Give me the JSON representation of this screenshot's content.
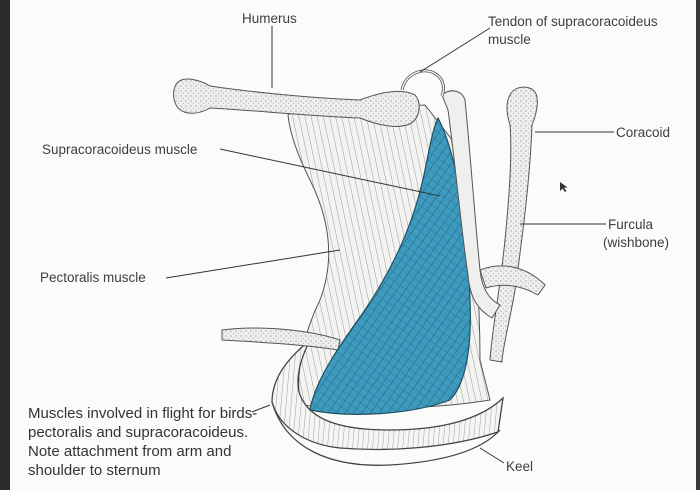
{
  "diagram": {
    "labels": {
      "humerus": "Humerus",
      "tendon_line1": "Tendon of supracoracoideus",
      "tendon_line2": "muscle",
      "coracoid": "Coracoid",
      "supracoracoideus": "Supracoracoideus muscle",
      "furcula_line1": "Furcula",
      "furcula_line2": "(wishbone)",
      "pectoralis": "Pectoralis muscle",
      "keel": "Keel"
    },
    "caption": [
      "Muscles involved in flight for birds-",
      "pectoralis and supracoracoideus.",
      "Note attachment from arm and",
      "shoulder to sternum"
    ],
    "colors": {
      "supracoracoideus": "#3d9bc0",
      "bone": "#ececec",
      "outline": "#555555",
      "text": "#3e3e3e"
    }
  }
}
